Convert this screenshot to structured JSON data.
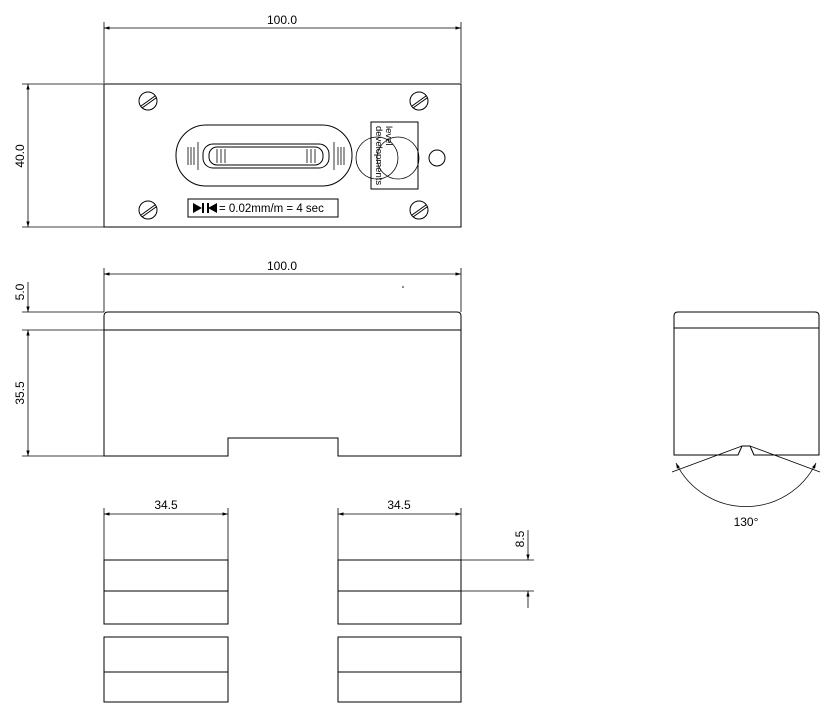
{
  "dimensions": {
    "top_width": "100.0",
    "top_height": "40.0",
    "front_width": "100.0",
    "front_top_height": "5.0",
    "front_body_height": "35.5",
    "bottom_left_width": "34.5",
    "bottom_right_width": "34.5",
    "bottom_groove": "8.5",
    "v_angle": "130°"
  },
  "label_plate": {
    "text": "= 0.02mm/m = 4 sec"
  },
  "brand": {
    "line1": "level",
    "line2": "developments"
  }
}
